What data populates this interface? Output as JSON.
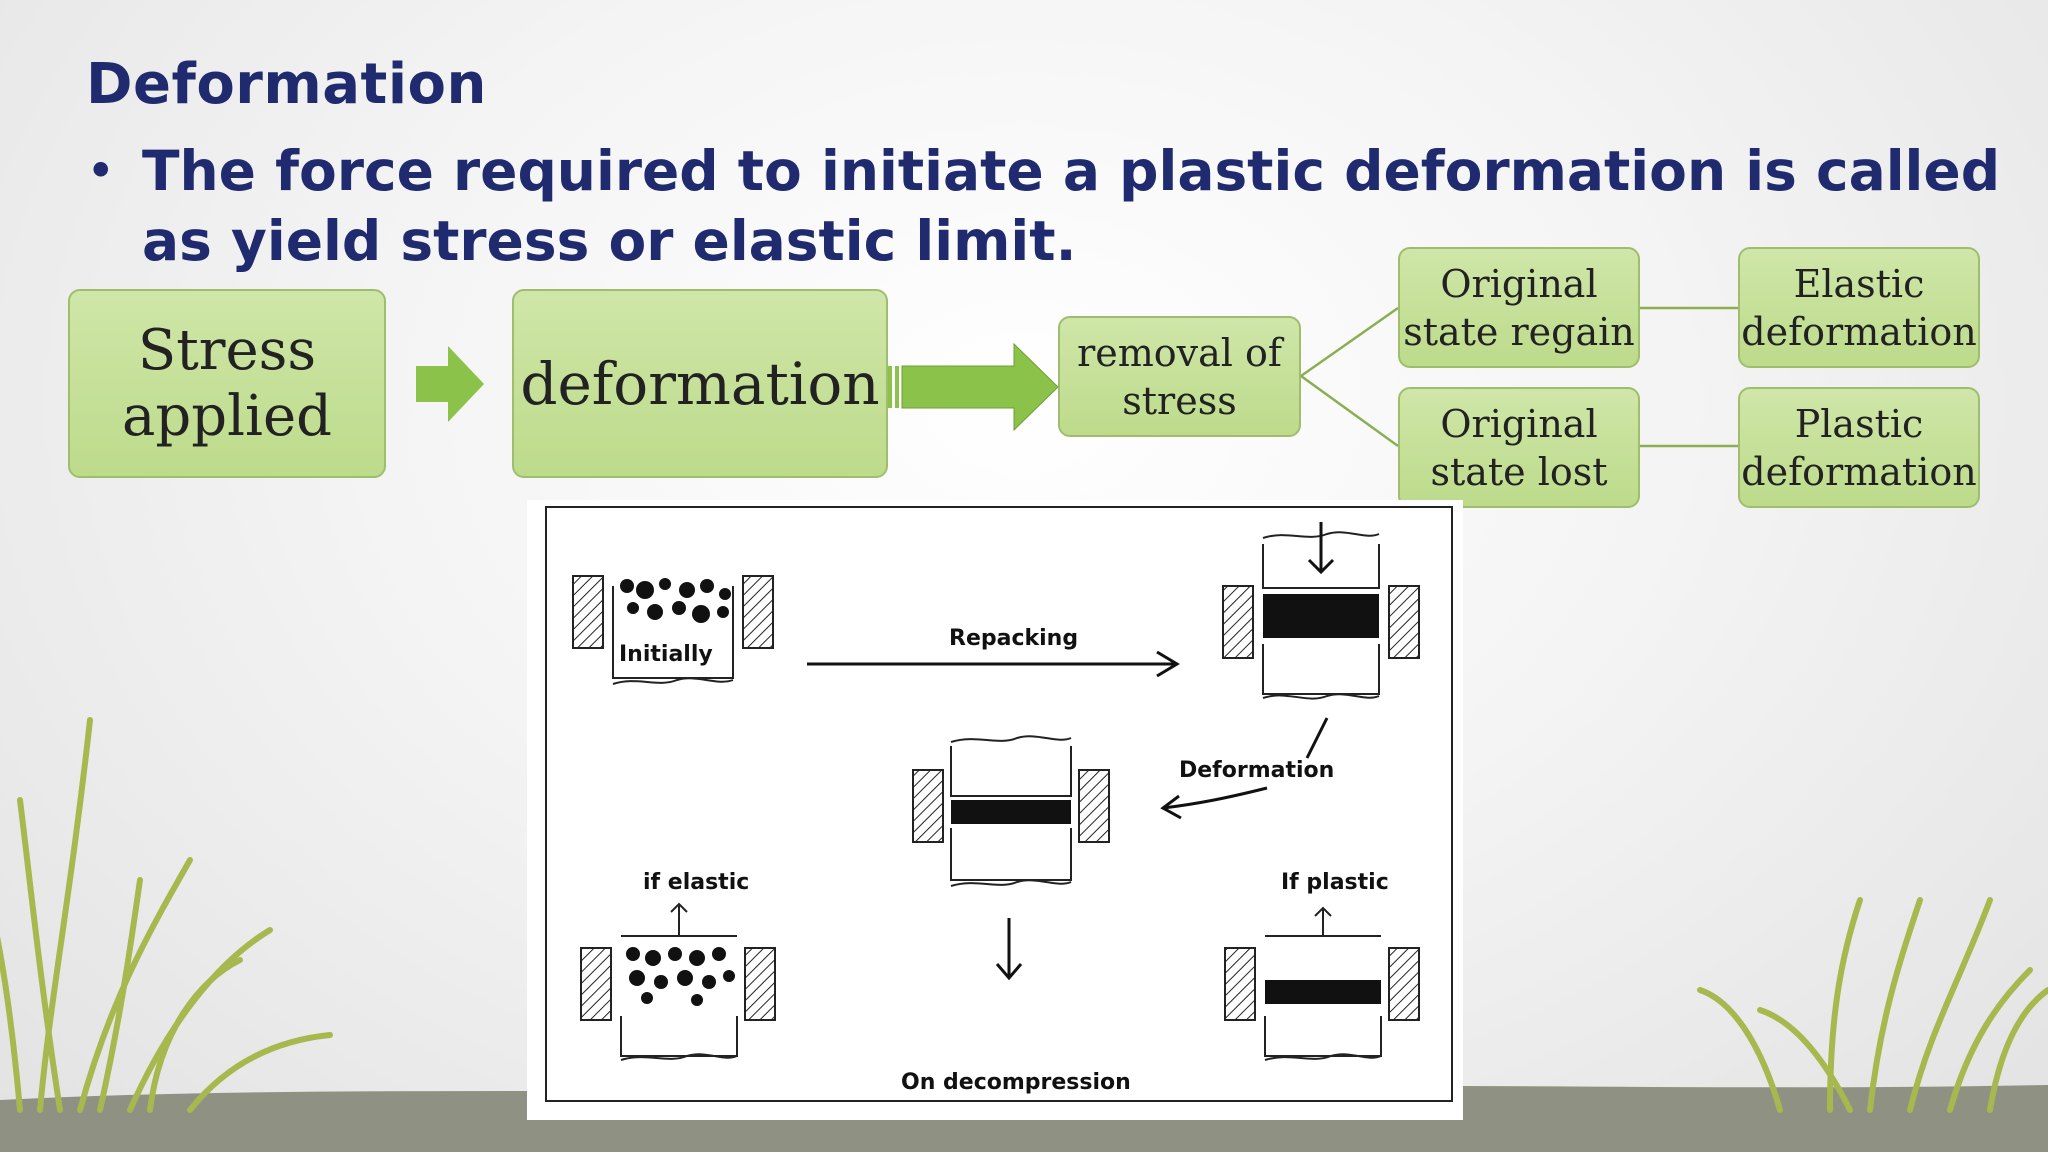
{
  "slide": {
    "title": "Deformation",
    "bullet_symbol": "•",
    "bullet_text": "The force required to initiate a plastic deformation is called as yield stress or elastic limit."
  },
  "flow": {
    "stress_applied": "Stress applied",
    "deformation": "deformation",
    "removal_of_stress": "removal of stress",
    "original_state_regain": "Original state regain",
    "original_state_lost": "Original state lost",
    "elastic_deformation": "Elastic deformation",
    "plastic_deformation": "Plastic deformation"
  },
  "figure": {
    "initially": "Initially",
    "repacking": "Repacking",
    "deformation": "Deformation",
    "if_elastic": "if elastic",
    "if_plastic": "If plastic",
    "on_decompression": "On decompression"
  },
  "colors": {
    "title": "#1f2b6e",
    "box_fill": "#c7e29a",
    "box_border": "#9fbe6d",
    "arrow_green": "#8bc34a",
    "ground": "#8f9183",
    "grass": "#a7b84e"
  },
  "icons": [
    "block-arrow-right-icon",
    "striped-arrow-right-icon"
  ]
}
